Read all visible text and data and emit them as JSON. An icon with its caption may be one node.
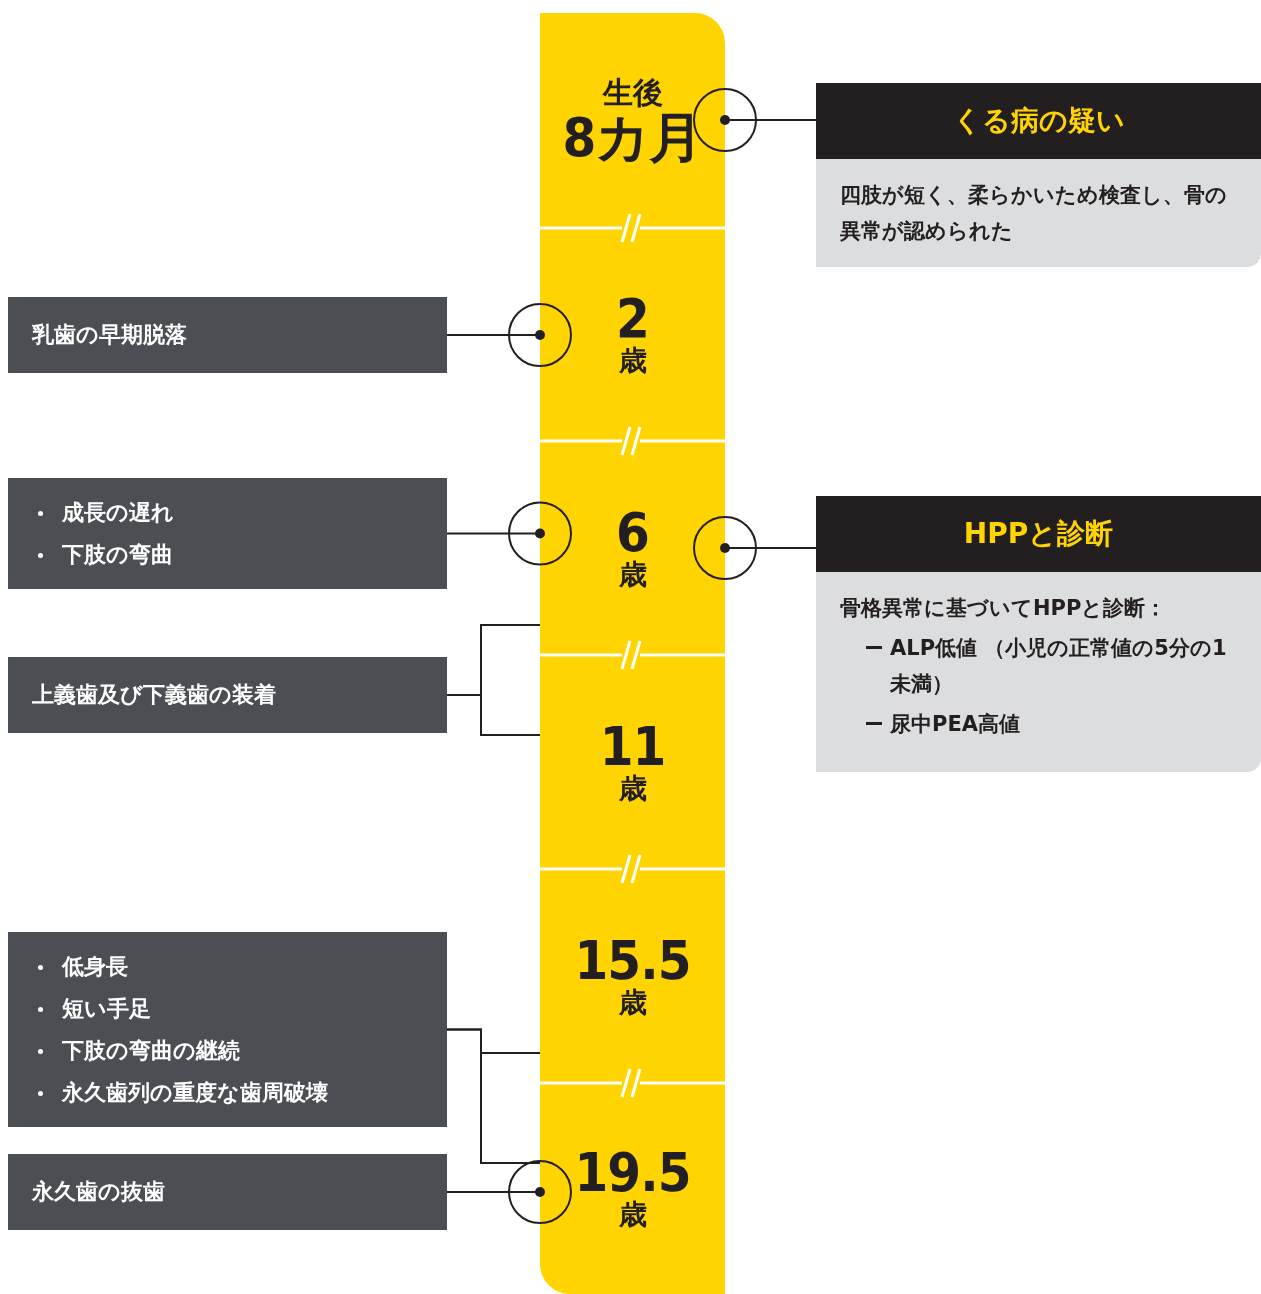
{
  "diagram": {
    "nodes": [
      {
        "text": [
          "生後",
          "8カ月"
        ]
      },
      {
        "text": [
          "くる病の疑い",
          "四肢が短く、柔らかいため検査し、骨の異常が認められた"
        ]
      },
      {
        "text": [
          "乳歯の早期脱落"
        ]
      },
      {
        "text": [
          "2",
          "歳"
        ]
      },
      {
        "text": [
          "成長の遅れ",
          "下肢の弯曲"
        ]
      },
      {
        "text": [
          "6",
          "歳"
        ]
      },
      {
        "text": [
          "HPPと診断",
          "骨格異常に基づいてHPPと診断：",
          "ALP低値 （小児の正常値の5分の1未満）",
          "尿中PEA高値"
        ]
      },
      {
        "text": [
          "上義歯及び下義歯の装着"
        ]
      },
      {
        "text": [
          "11",
          "歳"
        ]
      },
      {
        "text": [
          "低身長",
          "短い手足",
          "下肢の弯曲の継続",
          "永久歯列の重度な歯周破壊"
        ]
      },
      {
        "text": [
          "15.5",
          "歳"
        ]
      },
      {
        "text": [
          "19.5",
          "歳"
        ]
      },
      {
        "text": [
          "永久歯の抜歯"
        ]
      }
    ],
    "edges": [
      {
        "from": 1,
        "to": 0,
        "arrow": "other"
      },
      {
        "from": 2,
        "to": 3,
        "arrow": "other"
      },
      {
        "from": 4,
        "to": 5,
        "arrow": "other"
      },
      {
        "from": 6,
        "to": 5,
        "arrow": "other"
      },
      {
        "from": 7,
        "to": 5,
        "arrow": "none"
      },
      {
        "from": 7,
        "to": 8,
        "arrow": "none"
      },
      {
        "from": 9,
        "to": 10,
        "arrow": "none"
      },
      {
        "from": 9,
        "to": 11,
        "arrow": "none"
      },
      {
        "from": 12,
        "to": 11,
        "arrow": "other"
      }
    ]
  }
}
